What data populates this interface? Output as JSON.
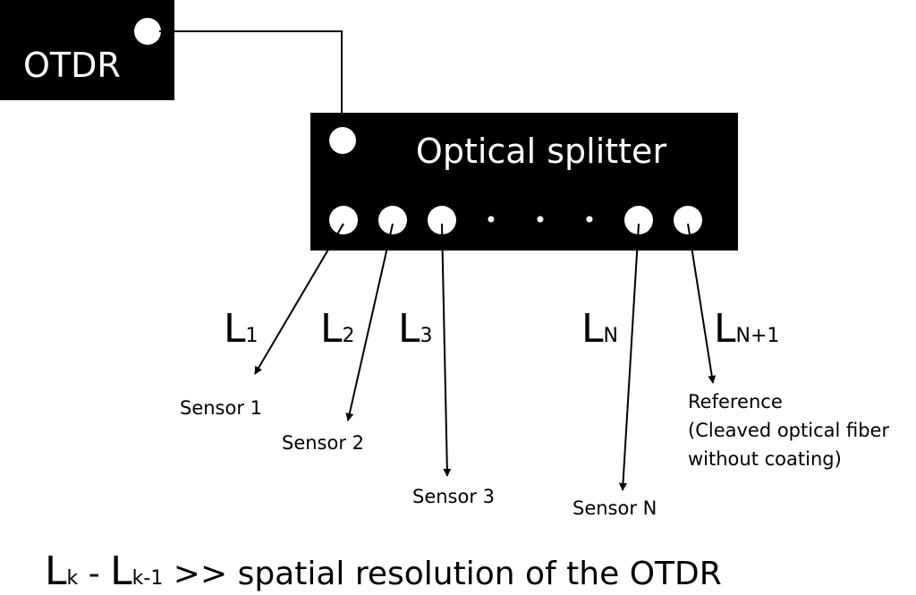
{
  "otdr": {
    "label": "OTDR"
  },
  "splitter": {
    "label": "Optical splitter",
    "dots": "•"
  },
  "fibers": [
    {
      "letter": "L",
      "sub": "1",
      "target": "Sensor 1"
    },
    {
      "letter": "L",
      "sub": "2",
      "target": "Sensor 2"
    },
    {
      "letter": "L",
      "sub": "3",
      "target": "Sensor 3"
    },
    {
      "letter": "L",
      "sub": "N",
      "target": "Sensor N"
    },
    {
      "letter": "L",
      "sub": "N+1",
      "target": "Reference"
    }
  ],
  "reference_note": {
    "line1": "(Cleaved optical fiber",
    "line2": "without coating)"
  },
  "formula": {
    "l1": "L",
    "s1": "k",
    "minus": " - ",
    "l2": "L",
    "s2": "k-1",
    "rest": " >> spatial resolution of the OTDR"
  },
  "colors": {
    "box": "#000000",
    "port": "#ffffff",
    "line": "#000000"
  }
}
